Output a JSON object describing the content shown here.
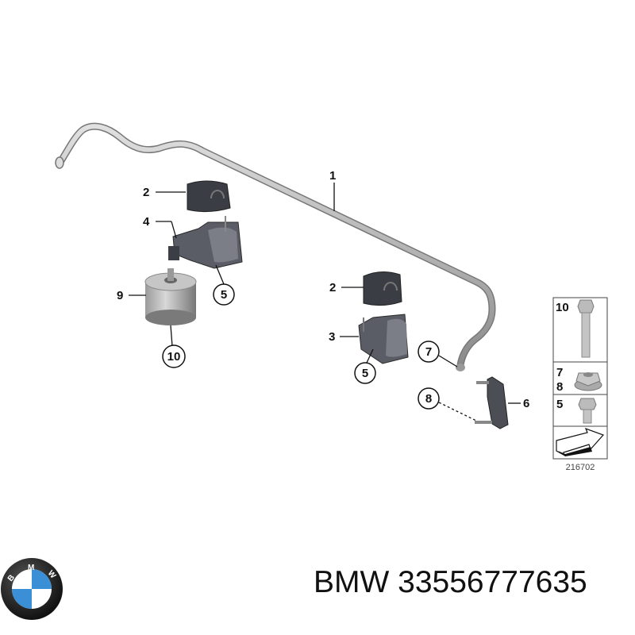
{
  "diagram": {
    "callouts": [
      {
        "id": "1",
        "part": "stabilizer-bar"
      },
      {
        "id": "2",
        "part": "bushing-left"
      },
      {
        "id": "4",
        "part": "bracket-left"
      },
      {
        "id": "5",
        "part": "bracket-left-holder"
      },
      {
        "id": "9",
        "part": "rubber-mount"
      },
      {
        "id": "10",
        "part": "mount-bolt"
      },
      {
        "id": "2",
        "part": "bushing-right"
      },
      {
        "id": "3",
        "part": "bracket-right"
      },
      {
        "id": "5",
        "part": "bracket-right-holder"
      },
      {
        "id": "7",
        "part": "link-upper-nut"
      },
      {
        "id": "8",
        "part": "link-lower-nut"
      },
      {
        "id": "6",
        "part": "link-rod"
      }
    ],
    "legend": {
      "rows": [
        "10",
        "7",
        "8",
        "5"
      ],
      "diagram_number": "216702"
    },
    "colors": {
      "part_gray": "#a8a8a8",
      "bushing_dark": "#3a3d44",
      "bmw_blue": "#3a8fd6"
    }
  },
  "logo": {
    "text": "BMW"
  },
  "caption": "BMW 33556777635"
}
